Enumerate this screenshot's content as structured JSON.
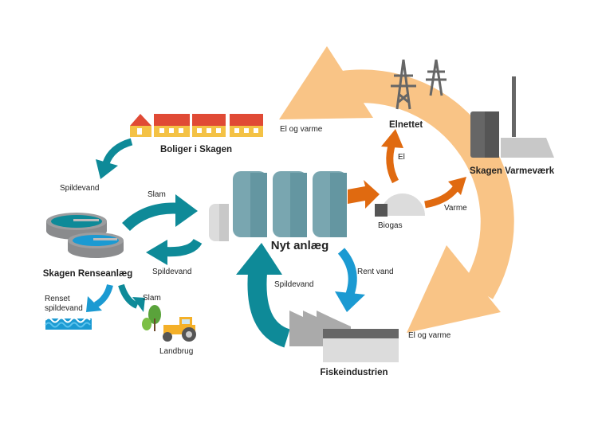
{
  "colors": {
    "teal": "#0e8a98",
    "blue": "#1b9ad2",
    "orange": "#e06a10",
    "peach": "#f9c486",
    "tank": "#6e9ea8",
    "gray": "#6d6e70",
    "roof": "#e04a35",
    "wall": "#f4c245"
  },
  "labels": {
    "houses": "Boliger i Skagen",
    "spildevand_1": "Spildevand",
    "slam_1": "Slam",
    "spildevand_2": "Spildevand",
    "renseanlaeg": "Skagen Renseanlæg",
    "renset": "Renset spildevand",
    "slam_2": "Slam",
    "landbrug": "Landbrug",
    "nyt_anlaeg": "Nyt anlæg",
    "spildevand_3": "Spildevand",
    "rent_vand": "Rent vand",
    "fiskeindustrien": "Fiskeindustrien",
    "biogas": "Biogas",
    "el": "El",
    "elnettet": "Elnettet",
    "varme": "Varme",
    "varmevaerk": "Skagen Varmeværk",
    "el_og_varme_1": "El og varme",
    "el_og_varme_2": "El og varme"
  },
  "icons": [
    "house-icon",
    "treatment-tank-icon",
    "water-waves-icon",
    "tree-icon",
    "tractor-icon",
    "silo-icon",
    "biogas-dome-icon",
    "power-pylon-icon",
    "heating-plant-icon",
    "factory-icon"
  ]
}
